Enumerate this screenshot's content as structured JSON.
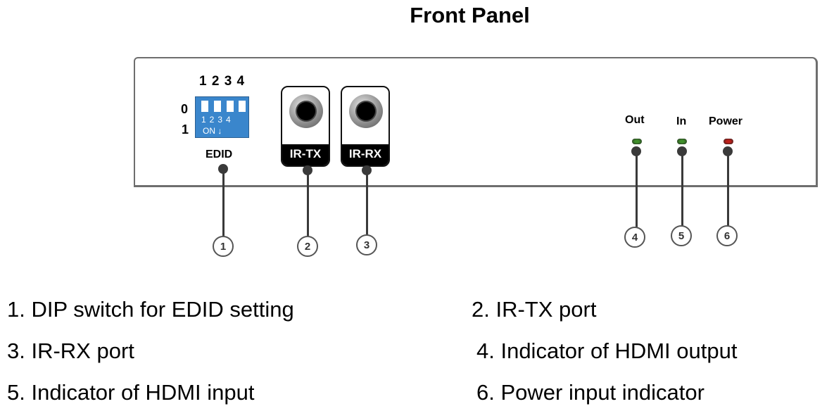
{
  "title": "Front Panel",
  "panel": {
    "dip_switch": {
      "position_numbers": "1 2 3 4",
      "row_labels": [
        "0",
        "1"
      ],
      "switch_numbers": "1234",
      "on_label": "ON ↓",
      "label": "EDID",
      "color": "#3a86cc"
    },
    "ports": [
      {
        "label": "IR-TX"
      },
      {
        "label": "IR-RX"
      }
    ],
    "leds": [
      {
        "label": "Out",
        "color": "#3f8f2a"
      },
      {
        "label": "In",
        "color": "#3f8f2a"
      },
      {
        "label": "Power",
        "color": "#c0201a"
      }
    ]
  },
  "callouts": [
    "1",
    "2",
    "3",
    "4",
    "5",
    "6"
  ],
  "legend": [
    "1. DIP switch for EDID setting",
    "2. IR-TX port",
    "3. IR-RX port",
    "4. Indicator of HDMI output",
    "5. Indicator of HDMI input",
    "6. Power input indicator"
  ]
}
